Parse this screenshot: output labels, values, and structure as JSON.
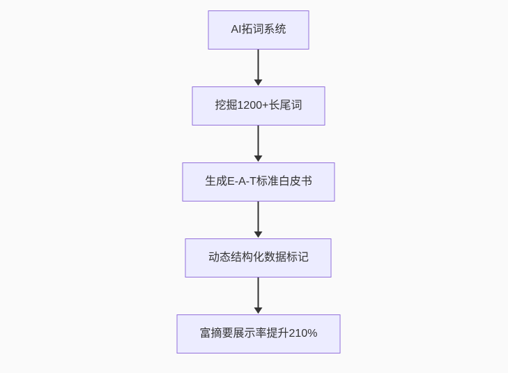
{
  "flowchart": {
    "type": "vertical-flow",
    "direction": "top-down",
    "colors": {
      "background": "#fafafa",
      "node_fill": "#ececff",
      "node_border": "#9370db",
      "arrow": "#333333",
      "text": "#333333"
    },
    "nodes": [
      {
        "label": "AI拓词系统"
      },
      {
        "label": "挖掘1200+长尾词"
      },
      {
        "label": "生成E-A-T标准白皮书"
      },
      {
        "label": "动态结构化数据标记"
      },
      {
        "label": "富摘要展示率提升210%"
      }
    ],
    "edges": [
      {
        "from": 0,
        "to": 1
      },
      {
        "from": 1,
        "to": 2
      },
      {
        "from": 2,
        "to": 3
      },
      {
        "from": 3,
        "to": 4
      }
    ]
  }
}
